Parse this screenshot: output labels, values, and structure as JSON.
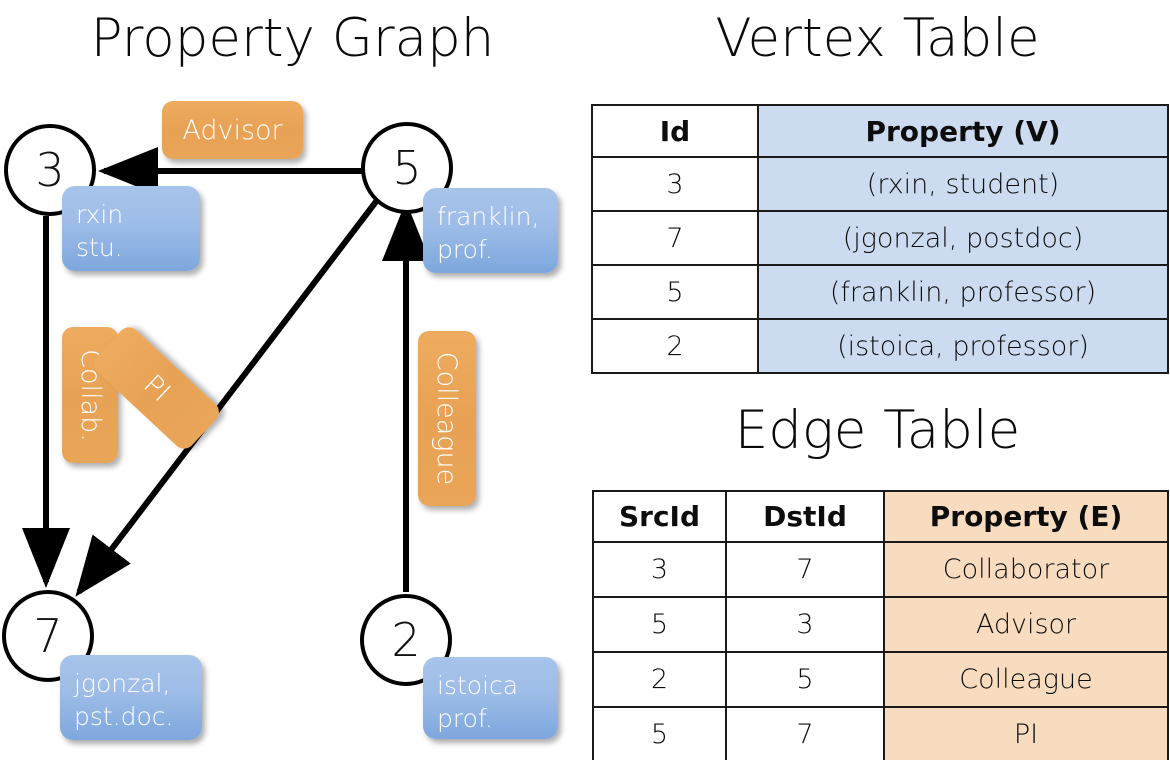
{
  "titles": {
    "property_graph": "Property Graph",
    "vertex_table": "Vertex Table",
    "edge_table": "Edge Table"
  },
  "graph": {
    "vertices": [
      {
        "id": "3",
        "property_line1": "rxin",
        "property_line2": "stu."
      },
      {
        "id": "5",
        "property_line1": "franklin,",
        "property_line2": "prof."
      },
      {
        "id": "7",
        "property_line1": "jgonzal,",
        "property_line2": "pst.doc."
      },
      {
        "id": "2",
        "property_line1": "istoica",
        "property_line2": "prof."
      }
    ],
    "edge_labels": {
      "advisor": "Advisor",
      "collab": "Collab.",
      "pi": "PI",
      "colleague": "Colleague"
    }
  },
  "vertex_table": {
    "headers": [
      "Id",
      "Property (V)"
    ],
    "rows": [
      {
        "id": "3",
        "property": "(rxin, student)"
      },
      {
        "id": "7",
        "property": "(jgonzal, postdoc)"
      },
      {
        "id": "5",
        "property": "(franklin, professor)"
      },
      {
        "id": "2",
        "property": "(istoica, professor)"
      }
    ]
  },
  "edge_table": {
    "headers": [
      "SrcId",
      "DstId",
      "Property (E)"
    ],
    "rows": [
      {
        "src": "3",
        "dst": "7",
        "property": "Collaborator"
      },
      {
        "src": "5",
        "dst": "3",
        "property": "Advisor"
      },
      {
        "src": "2",
        "dst": "5",
        "property": "Colleague"
      },
      {
        "src": "5",
        "dst": "7",
        "property": "PI"
      }
    ]
  },
  "colors": {
    "vertex_property_fill": "#9dbce7",
    "edge_label_fill": "#e8a255",
    "vertex_table_header_fill": "#ccdbf0",
    "edge_table_header_fill": "#f7dcc0",
    "stroke": "#000000"
  }
}
